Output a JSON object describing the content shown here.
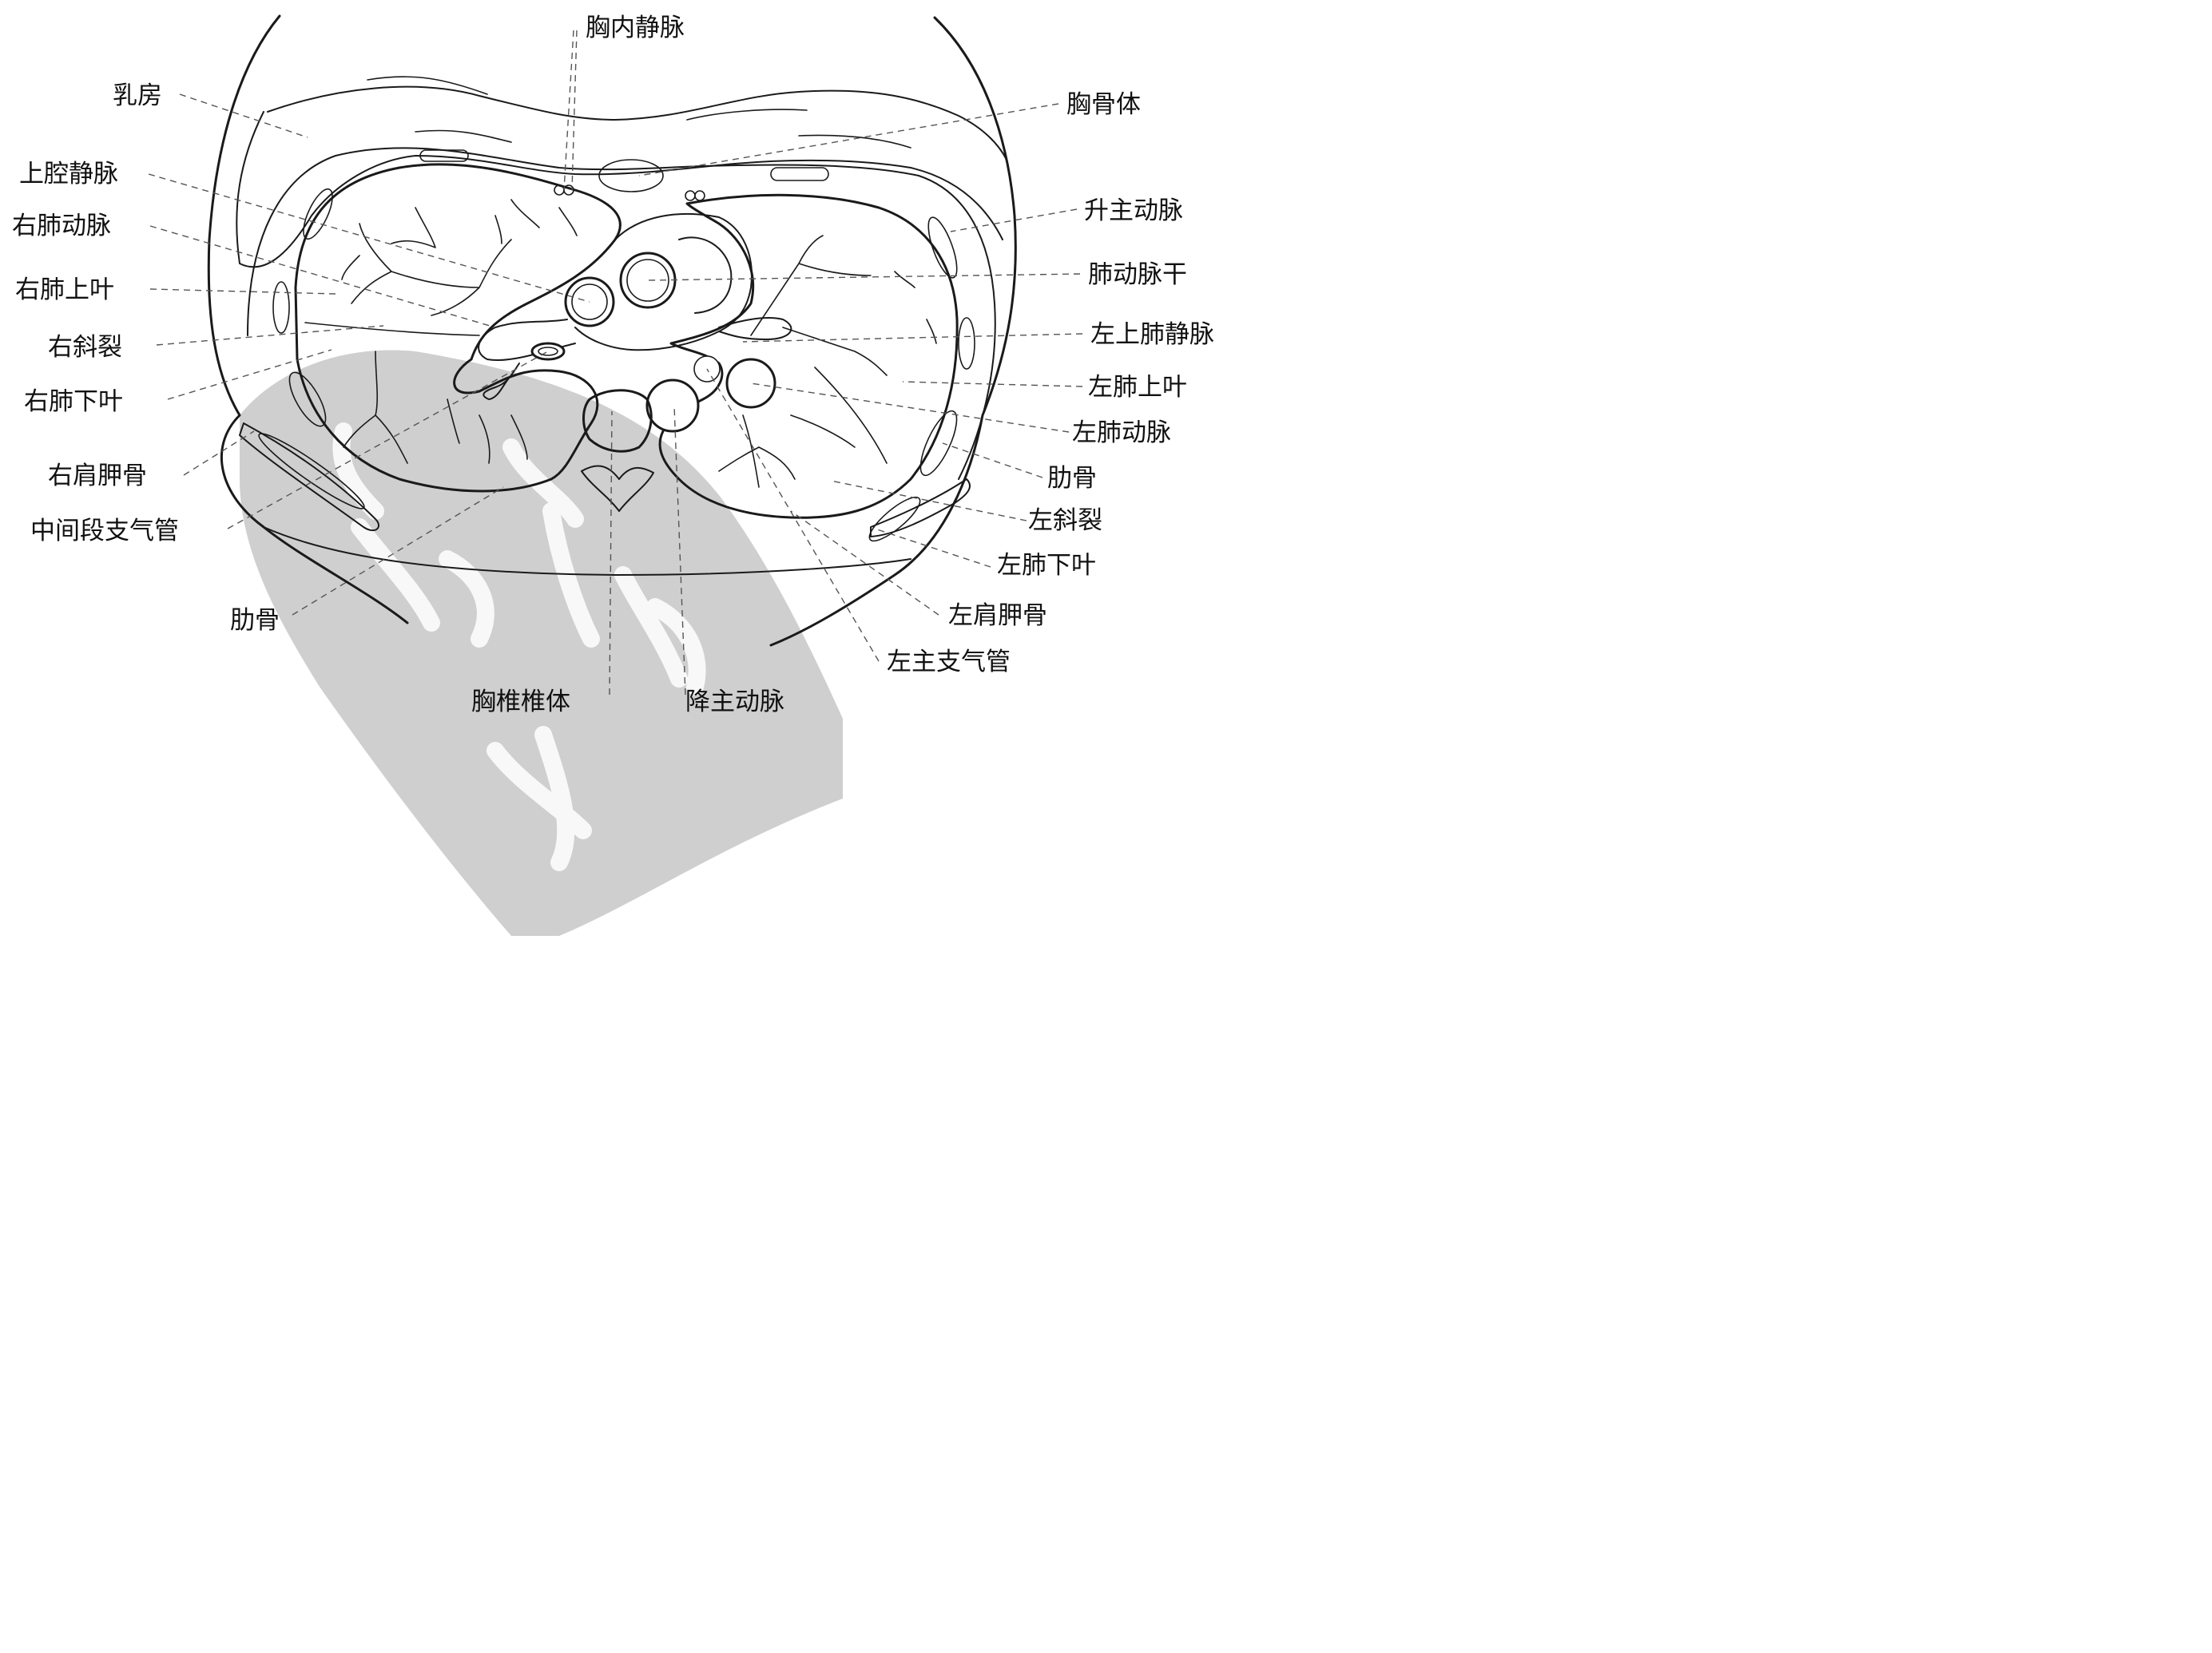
{
  "labels": {
    "internal_thoracic_vein": "胸内静脉",
    "breast": "乳房",
    "sternum_body": "胸骨体",
    "superior_vena_cava": "上腔静脉",
    "ascending_aorta": "升主动脉",
    "right_pulmonary_artery": "右肺动脉",
    "pulmonary_trunk": "肺动脉干",
    "right_upper_lobe": "右肺上叶",
    "left_superior_pulmonary_vein": "左上肺静脉",
    "right_oblique_fissure": "右斜裂",
    "left_upper_lobe": "左肺上叶",
    "right_lower_lobe": "右肺下叶",
    "left_pulmonary_artery": "左肺动脉",
    "rib_right": "肋骨",
    "right_scapula": "右肩胛骨",
    "left_oblique_fissure": "左斜裂",
    "intermediate_bronchus": "中间段支气管",
    "left_lower_lobe": "左肺下叶",
    "left_scapula": "左肩胛骨",
    "rib_left": "肋骨",
    "left_main_bronchus": "左主支气管",
    "thoracic_vertebral_body": "胸椎椎体",
    "descending_aorta": "降主动脉"
  },
  "colors": {
    "line": "#1a1a1a",
    "leader": "#555555",
    "watermark": "#cfcfcf",
    "background": "#ffffff"
  }
}
